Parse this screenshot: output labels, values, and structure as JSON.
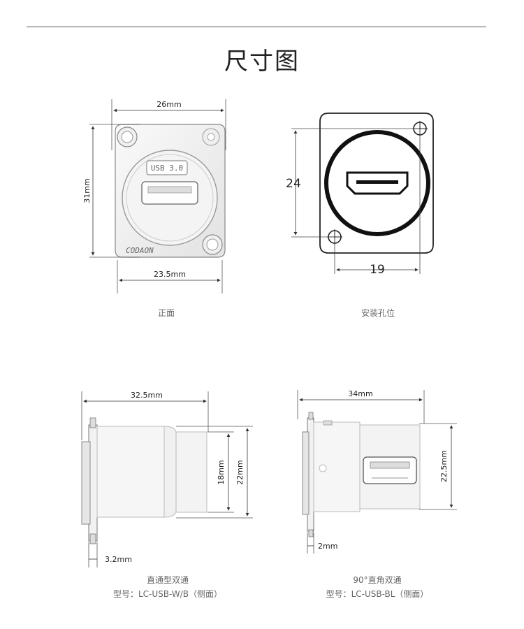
{
  "title": "尺寸图",
  "front": {
    "width_dim": "26mm",
    "height_dim": "31mm",
    "bottom_dim": "23.5mm",
    "badge": "USB 3.0",
    "logo": "CODAON",
    "caption": "正面"
  },
  "mounting": {
    "height_dim": "24",
    "width_dim": "19",
    "caption": "安装孔位"
  },
  "side_straight": {
    "length_dim": "32.5mm",
    "inner_dim": "18mm",
    "outer_dim": "22mm",
    "flange_dim": "3.2mm",
    "caption_line1": "直通型双通",
    "caption_line2": "型号：LC-USB-W/B（侧面）"
  },
  "side_right_angle": {
    "length_dim": "34mm",
    "height_dim": "22.5mm",
    "flange_dim": "2mm",
    "caption_line1": "90°直角双通",
    "caption_line2": "型号：LC-USB-BL（侧面）"
  }
}
